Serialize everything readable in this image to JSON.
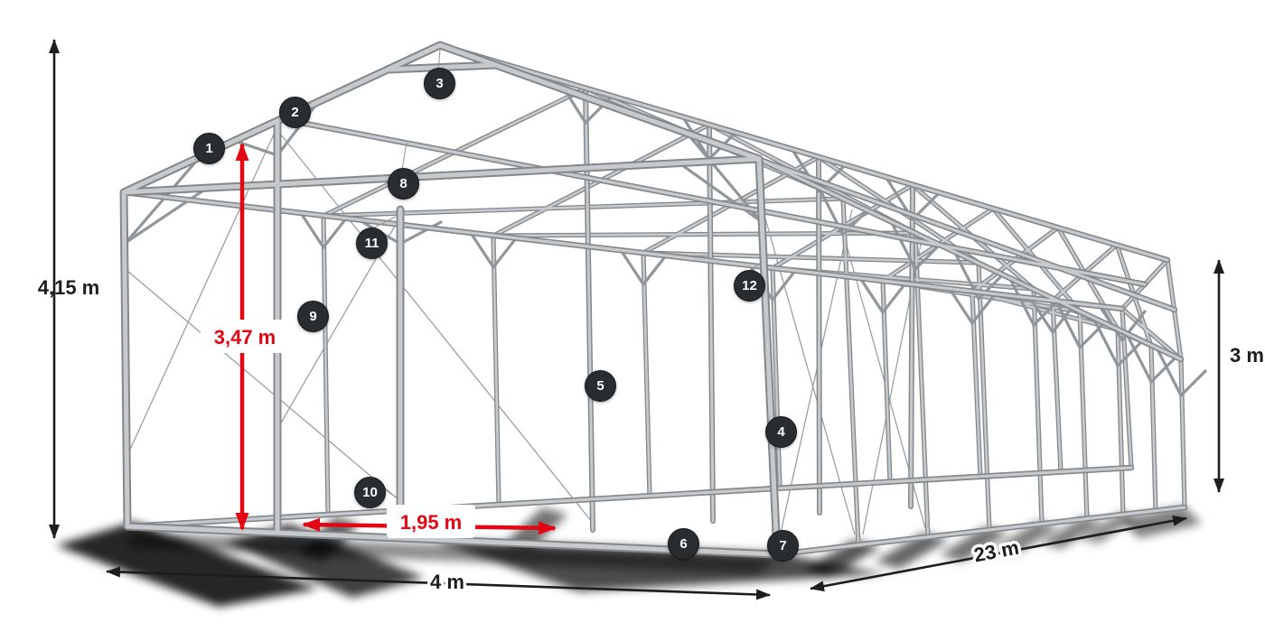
{
  "illustration": {
    "name": "modular-tent-hall-steel-frame",
    "colors": {
      "dimension_red": "#e30613",
      "dimension_black": "#1d1d1b",
      "badge_background": "#2a2d2f",
      "badge_text": "#ffffff",
      "frame_light": "#c6cacc",
      "frame_dark": "#84888b"
    }
  },
  "dims": {
    "total_height": "4,15 m",
    "inner_height": "3,47 m",
    "passage_width": "1,95 m",
    "side_height": "3 m",
    "width": "4 m",
    "length": "23 m"
  },
  "badges": [
    {
      "n": "1"
    },
    {
      "n": "2"
    },
    {
      "n": "3"
    },
    {
      "n": "4"
    },
    {
      "n": "5"
    },
    {
      "n": "6"
    },
    {
      "n": "7"
    },
    {
      "n": "8"
    },
    {
      "n": "9"
    },
    {
      "n": "10"
    },
    {
      "n": "11"
    },
    {
      "n": "12"
    }
  ]
}
